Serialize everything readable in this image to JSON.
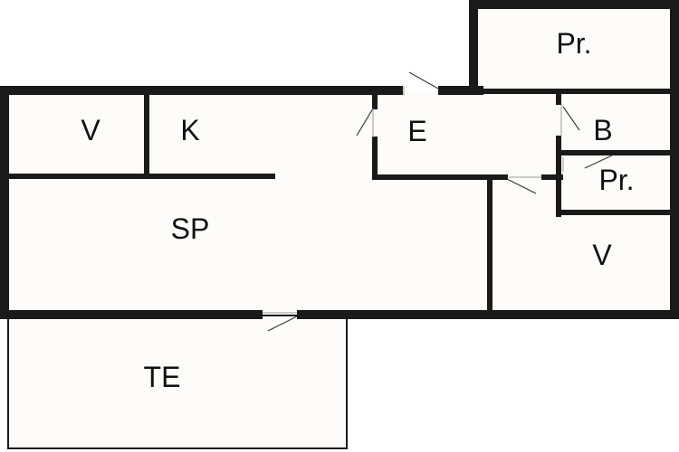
{
  "rooms": {
    "storage_top": "Pr.",
    "v_left": "V",
    "kitchen": "K",
    "entry": "E",
    "bath": "B",
    "storage_small": "Pr.",
    "bedroom": "SP",
    "v_right": "V",
    "terrace": "TE"
  },
  "colors": {
    "wall": "#1a1a1a",
    "floor": "#fdfcfa",
    "background": "#ffffff"
  }
}
